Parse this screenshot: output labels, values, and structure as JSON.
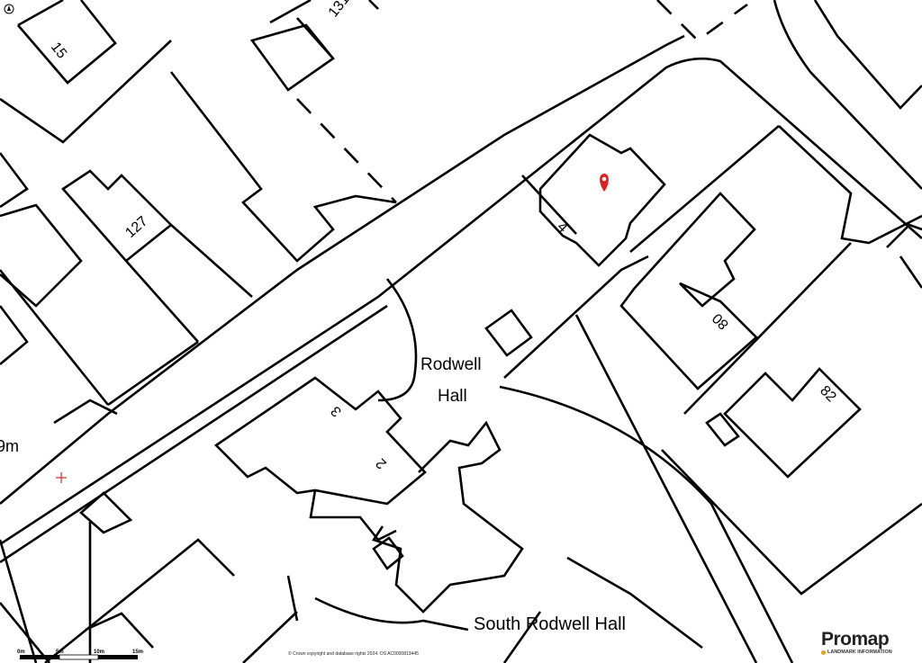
{
  "map": {
    "labels": {
      "house_15": "15",
      "house_131": "131",
      "house_127": "127",
      "house_4": "4",
      "house_80": "80",
      "house_82": "82",
      "house_3": "3",
      "house_2": "2",
      "rodwell": "Rodwell",
      "hall": "Hall",
      "south_rodwell_hall": "South Rodwell Hall",
      "elevation": "9m"
    },
    "marker_color": "#e02020",
    "marker_icon": "map-pin-icon",
    "compass_icon": "north-arrow-icon"
  },
  "scale_bar": {
    "ticks": [
      "0m",
      "5m",
      "10m",
      "15m"
    ]
  },
  "footer": {
    "copyright": "© Crown copyright and database rights 2024. OS AC0000813445"
  },
  "brand": {
    "name": "Promap",
    "tagline": "LANDMARK INFORMATION",
    "accent": "#e8a21c"
  }
}
